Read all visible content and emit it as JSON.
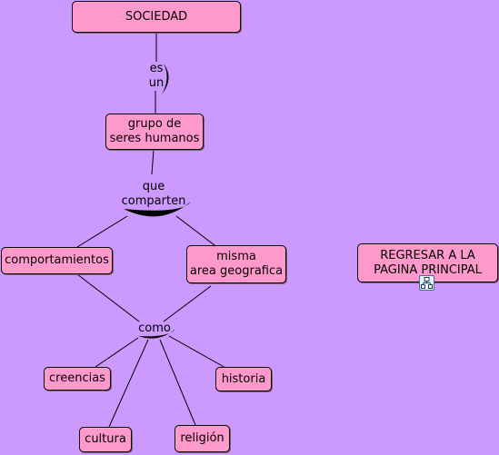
{
  "concept_map": {
    "nodes": {
      "sociedad": "SOCIEDAD",
      "grupo": "grupo de\nseres humanos",
      "comportamientos": "comportamientos",
      "misma_area": "misma\narea geografica",
      "creencias": "creencias",
      "historia": "historia",
      "cultura": "cultura",
      "religion": "religión",
      "regresar": "REGRESAR A LA\nPAGINA PRINCIPAL"
    },
    "links": {
      "es_un": "es\nun",
      "que_comparten": "que\ncomparten",
      "como": "como"
    },
    "link_icon": "concept-map-link-icon"
  }
}
